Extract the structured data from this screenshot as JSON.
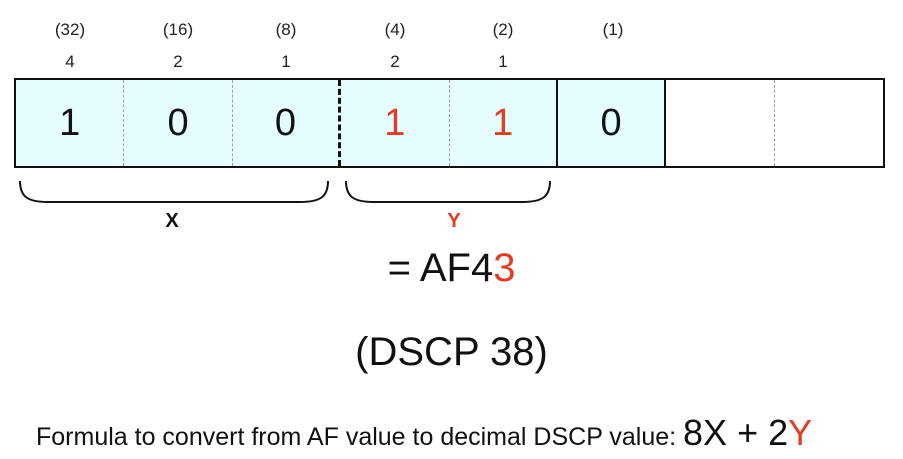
{
  "header": {
    "weights": [
      "(32)",
      "(16)",
      "(8)",
      "(4)",
      "(2)",
      "(1)"
    ],
    "values": [
      "4",
      "2",
      "1",
      "2",
      "1"
    ]
  },
  "bits": [
    "1",
    "0",
    "0",
    "1",
    "1",
    "0",
    "",
    ""
  ],
  "braces": {
    "x_label": "X",
    "y_label": "Y"
  },
  "result": {
    "prefix": "= AF4",
    "suffix": "3",
    "dscp": "(DSCP 38)"
  },
  "formula": {
    "text": "Formula to convert from AF value to decimal DSCP value:",
    "expr_prefix": "8X + 2",
    "expr_y": "Y"
  },
  "colors": {
    "cell_fill": "#e6fdff",
    "highlight_red": "#e53b24",
    "border": "#111111"
  }
}
